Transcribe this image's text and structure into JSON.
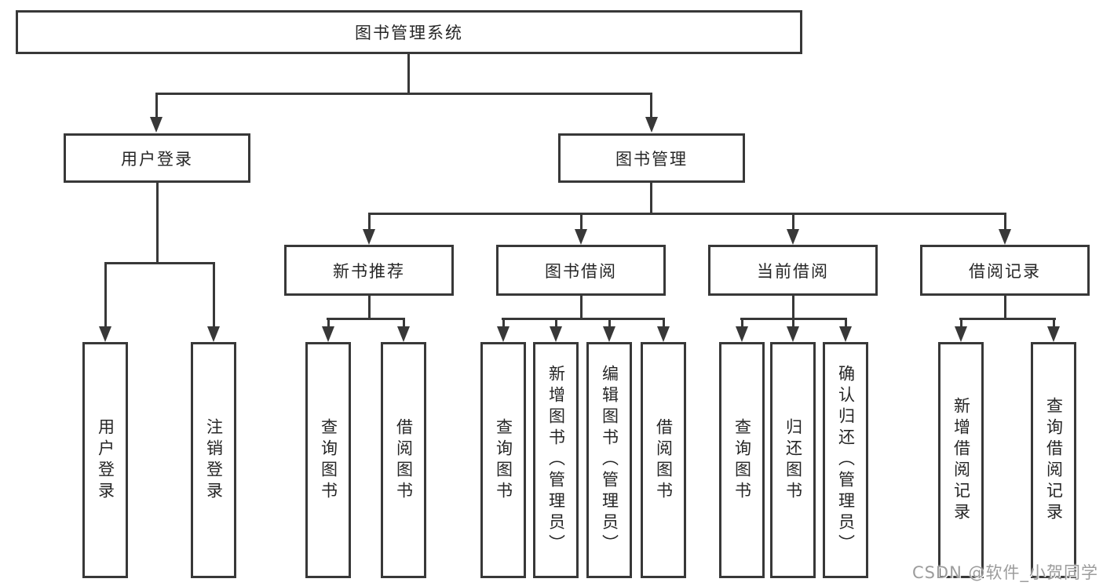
{
  "tree": {
    "label": "图书管理系统",
    "children": [
      {
        "label": "用户登录",
        "children": [
          {
            "label": "用户登录"
          },
          {
            "label": "注销登录"
          }
        ]
      },
      {
        "label": "图书管理",
        "children": [
          {
            "label": "新书推荐",
            "children": [
              {
                "label": "查询图书"
              },
              {
                "label": "借阅图书"
              }
            ]
          },
          {
            "label": "图书借阅",
            "children": [
              {
                "label": "查询图书"
              },
              {
                "label": "新增图书（管理员）"
              },
              {
                "label": "编辑图书（管理员）"
              },
              {
                "label": "借阅图书"
              }
            ]
          },
          {
            "label": "当前借阅",
            "children": [
              {
                "label": "查询图书"
              },
              {
                "label": "归还图书"
              },
              {
                "label": "确认归还（管理员）"
              }
            ]
          },
          {
            "label": "借阅记录",
            "children": [
              {
                "label": "新增借阅记录"
              },
              {
                "label": "查询借阅记录"
              }
            ]
          }
        ]
      }
    ]
  },
  "watermark": {
    "text": "CSDN @软件_小贺同学"
  },
  "colors": {
    "line": "#383838",
    "text": "#262626",
    "background": "#ffffff",
    "box_fill": "#ffffff",
    "watermark": "#9c9c9c"
  }
}
